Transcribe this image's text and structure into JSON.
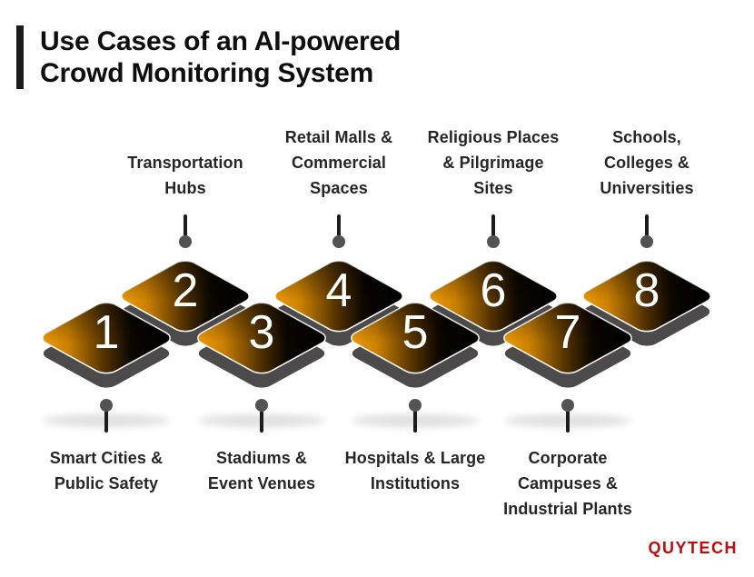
{
  "title": {
    "lines": [
      "Use Cases of an AI-powered",
      "Crowd Monitoring System"
    ]
  },
  "use_cases": [
    {
      "number": "1",
      "position": "bottom",
      "label_lines": [
        "Smart Cities &",
        "Public Safety"
      ]
    },
    {
      "number": "2",
      "position": "top",
      "label_lines": [
        "Transportation",
        "Hubs"
      ]
    },
    {
      "number": "3",
      "position": "bottom",
      "label_lines": [
        "Stadiums &",
        "Event Venues"
      ]
    },
    {
      "number": "4",
      "position": "top",
      "label_lines": [
        "Retail Malls &",
        "Commercial",
        "Spaces"
      ]
    },
    {
      "number": "5",
      "position": "bottom",
      "label_lines": [
        "Hospitals & Large",
        "Institutions"
      ]
    },
    {
      "number": "6",
      "position": "top",
      "label_lines": [
        "Religious Places",
        "& Pilgrimage",
        "Sites"
      ]
    },
    {
      "number": "7",
      "position": "bottom",
      "label_lines": [
        "Corporate",
        "Campuses &",
        "Industrial Plants"
      ]
    },
    {
      "number": "8",
      "position": "top",
      "label_lines": [
        "Schools,",
        "Colleges &",
        "Universities"
      ]
    }
  ],
  "brand": {
    "name": "QUYTECH"
  },
  "colors": {
    "diamond_orange": "#F4A008",
    "diamond_dark": "#000000",
    "diamond_side": "#4C4A4A",
    "pin_dot": "#535353",
    "pin_line": "#1C1C1C",
    "label_text": "#262626",
    "title_text": "#0E0E0E",
    "brand_red": "#C20A0C"
  }
}
